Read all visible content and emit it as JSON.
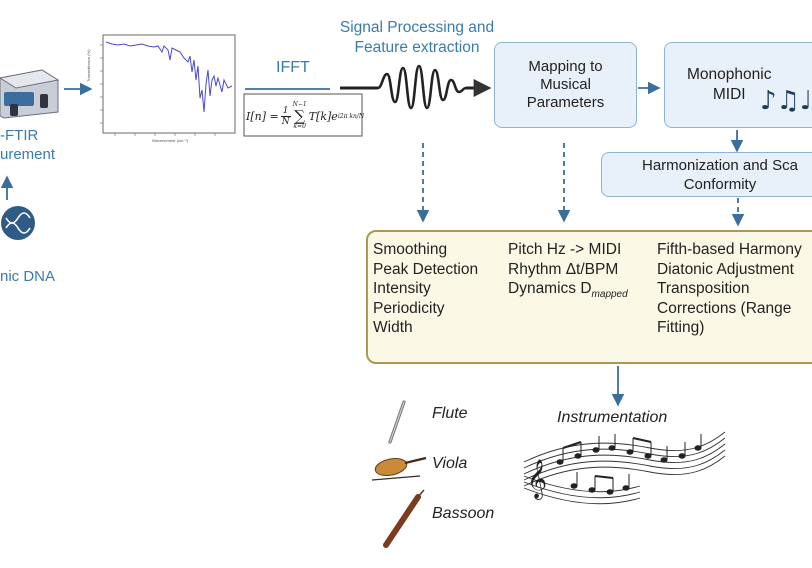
{
  "left": {
    "ftir_line1": "-FTIR",
    "ftir_line2": "urement",
    "dna_label": "nic DNA"
  },
  "spectrum": {
    "y_axis_label": "Transmittance (%)",
    "x_axis_label": "Wavenumber (cm⁻¹)"
  },
  "ifft": {
    "label": "IFFT",
    "formula_lhs": "I[n] =",
    "formula_frac_num": "1",
    "formula_frac_den": "N",
    "formula_sum_top": "N−1",
    "formula_sum_bottom": "k=0",
    "formula_body": "T[k]e",
    "formula_exp": "i2π kn/N"
  },
  "signal_processing": {
    "line1": "Signal Processing and",
    "line2": "Feature extraction"
  },
  "boxes": {
    "mapping": [
      "Mapping to",
      "Musical",
      "Parameters"
    ],
    "monophonic": [
      "Monophonic",
      "MIDI"
    ],
    "harmonization": [
      "Harmonization and Sca",
      "Conformity"
    ]
  },
  "features": {
    "col1": [
      "Smoothing",
      "Peak Detection",
      "Intensity",
      "Periodicity",
      "Width"
    ],
    "col2": [
      "Pitch Hz -> MIDI",
      "Rhythm Δt/BPM"
    ],
    "col2_dynamics": "Dynamics D",
    "col2_dynamics_sub": "mapped",
    "col3": [
      "Fifth-based Harmony",
      "Diatonic Adjustment",
      "Transposition",
      "Corrections (Range",
      "Fitting)"
    ]
  },
  "instruments": [
    "Flute",
    "Viola",
    "Bassoon"
  ],
  "instrumentation_label": "Instrumentation",
  "colors": {
    "accent_blue": "#3a7bb0",
    "box_fill": "#e8f0fa",
    "box_border": "#8eb3d9",
    "yellow_fill": "#fbf9e6",
    "yellow_border": "#a89a55",
    "spectrum_line": "#4a4ac8"
  }
}
